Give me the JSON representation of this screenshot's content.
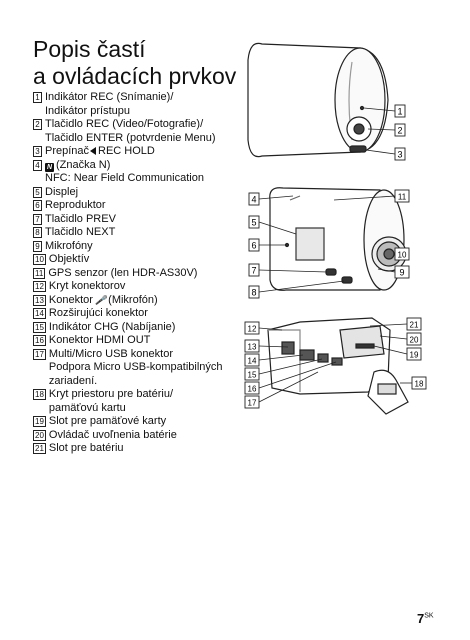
{
  "title": {
    "line1": "Popis častí",
    "line2": "a ovládacích prvkov"
  },
  "items": [
    {
      "n": "1",
      "lines": [
        "Indikátor REC (Snímanie)/",
        "Indikátor prístupu"
      ]
    },
    {
      "n": "2",
      "lines": [
        "Tlačidlo REC (Video/Fotografie)/",
        "Tlačidlo ENTER (potvrdenie Menu)"
      ]
    },
    {
      "n": "3",
      "pre": "Prepínač",
      "post": "REC HOLD"
    },
    {
      "n": "4",
      "nmark": "N",
      "post": "(Značka N)",
      "sub": "NFC: Near Field Communication"
    },
    {
      "n": "5",
      "lines": [
        "Displej"
      ]
    },
    {
      "n": "6",
      "lines": [
        "Reproduktor"
      ]
    },
    {
      "n": "7",
      "lines": [
        "Tlačidlo PREV"
      ]
    },
    {
      "n": "8",
      "lines": [
        "Tlačidlo NEXT"
      ]
    },
    {
      "n": "9",
      "lines": [
        "Mikrofóny"
      ]
    },
    {
      "n": "10",
      "lines": [
        "Objektív"
      ]
    },
    {
      "n": "11",
      "lines": [
        "GPS senzor (len HDR-AS30V)"
      ]
    },
    {
      "n": "12",
      "lines": [
        "Kryt konektorov"
      ]
    },
    {
      "n": "13",
      "pre": "Konektor",
      "mic": "🎤",
      "post": "(Mikrofón)"
    },
    {
      "n": "14",
      "lines": [
        "Rozširujúci konektor"
      ]
    },
    {
      "n": "15",
      "lines": [
        "Indikátor CHG (Nabíjanie)"
      ]
    },
    {
      "n": "16",
      "lines": [
        "Konektor HDMI OUT"
      ]
    },
    {
      "n": "17",
      "lines": [
        "Multi/Micro USB konektor",
        "Podpora Micro USB-kompatibilných",
        "zariadení."
      ]
    },
    {
      "n": "18",
      "lines": [
        "Kryt priestoru pre batériu/",
        "pamäťovú kartu"
      ]
    },
    {
      "n": "19",
      "lines": [
        "Slot pre pamäťové karty"
      ]
    },
    {
      "n": "20",
      "lines": [
        "Ovládač uvoľnenia batérie"
      ]
    },
    {
      "n": "21",
      "lines": [
        "Slot pre batériu"
      ]
    }
  ],
  "callouts": {
    "c1": "1",
    "c2": "2",
    "c3": "3",
    "c4": "4",
    "c5": "5",
    "c6": "6",
    "c7": "7",
    "c8": "8",
    "c9": "9",
    "c10": "10",
    "c11": "11",
    "c12": "12",
    "c13": "13",
    "c14": "14",
    "c15": "15",
    "c16": "16",
    "c17": "17",
    "c18": "18",
    "c19": "19",
    "c20": "20",
    "c21": "21"
  },
  "page": {
    "number": "7",
    "lang": "SK"
  }
}
